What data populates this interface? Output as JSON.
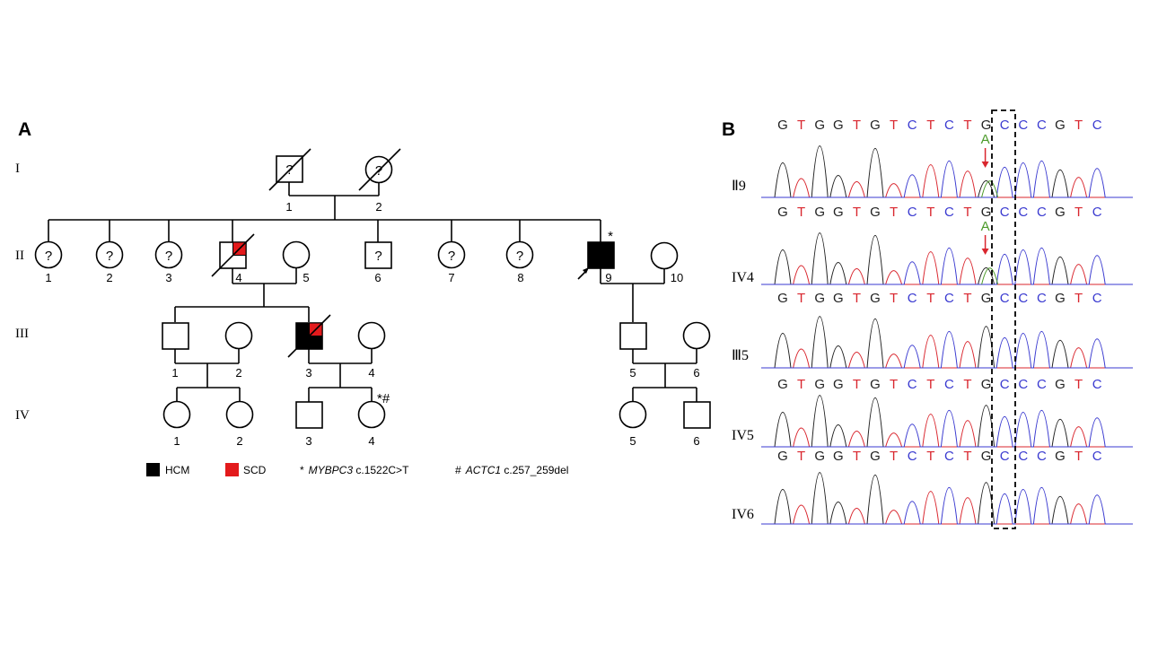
{
  "panel_a": {
    "label": "A",
    "generations": [
      "I",
      "II",
      "III",
      "IV"
    ],
    "individual_numbers": {
      "I": [
        "1",
        "2"
      ],
      "II": [
        "1",
        "2",
        "3",
        "4",
        "5",
        "6",
        "7",
        "8",
        "9",
        "10"
      ],
      "III": [
        "1",
        "2",
        "3",
        "4",
        "5",
        "6"
      ],
      "IV": [
        "1",
        "2",
        "3",
        "4",
        "5",
        "6"
      ]
    },
    "unknown_mark": "?",
    "carrier_marks": {
      "II9": "*",
      "IV4": "*#"
    },
    "legend": {
      "hcm": "HCM",
      "scd": "SCD",
      "star": "*",
      "gene1_name": "MYBPC3",
      "gene1_variant": " c.1522C>T",
      "hash": "#",
      "gene2_name": "ACTC1",
      "gene2_variant": " c.257_259del"
    },
    "colors": {
      "hcm": "#000000",
      "scd": "#e31a1c"
    }
  },
  "panel_b": {
    "label": "B",
    "sequence": [
      "G",
      "T",
      "G",
      "G",
      "T",
      "G",
      "T",
      "C",
      "T",
      "C",
      "T",
      "G",
      "C",
      "C",
      "C",
      "G",
      "T",
      "C"
    ],
    "variant_base": "A",
    "samples": [
      "Ⅱ9",
      "IV4",
      "Ⅲ5",
      "IV5",
      "IV6"
    ],
    "variant_samples": [
      "Ⅱ9",
      "IV4"
    ],
    "colors": {
      "G": "#222222",
      "T": "#d9262e",
      "C": "#3a3ad0",
      "A": "#4c9a2a",
      "arrow": "#d9262e"
    }
  }
}
